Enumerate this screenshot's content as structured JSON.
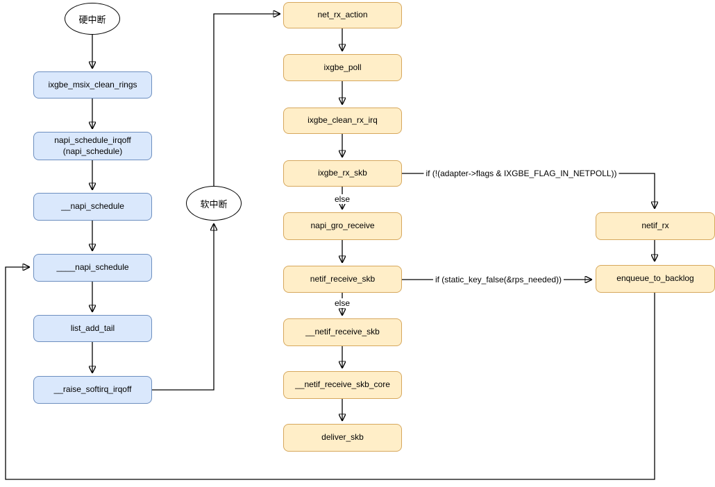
{
  "diagram": {
    "type": "flowchart",
    "topic": "ixgbe NIC receive path",
    "nodes": {
      "hard_irq": {
        "label": "硬中断"
      },
      "soft_irq": {
        "label": "软中断"
      },
      "ixgbe_msix_clean_rings": {
        "label": "ixgbe_msix_clean_rings"
      },
      "napi_schedule_irqoff": {
        "label": "napi_schedule_irqoff",
        "sublabel": "(napi_schedule)"
      },
      "napi_schedule_2": {
        "label": "__napi_schedule"
      },
      "napi_schedule_4": {
        "label": "____napi_schedule"
      },
      "list_add_tail": {
        "label": "list_add_tail"
      },
      "raise_softirq_irqoff": {
        "label": "__raise_softirq_irqoff"
      },
      "net_rx_action": {
        "label": "net_rx_action"
      },
      "ixgbe_poll": {
        "label": "ixgbe_poll"
      },
      "ixgbe_clean_rx_irq": {
        "label": "ixgbe_clean_rx_irq"
      },
      "ixgbe_rx_skb": {
        "label": "ixgbe_rx_skb"
      },
      "napi_gro_receive": {
        "label": "napi_gro_receive"
      },
      "netif_receive_skb": {
        "label": "netif_receive_skb"
      },
      "netif_receive_skb_2": {
        "label": "__netif_receive_skb"
      },
      "netif_receive_skb_core": {
        "label": "__netif_receive_skb_core"
      },
      "deliver_skb": {
        "label": "deliver_skb"
      },
      "netif_rx": {
        "label": "netif_rx"
      },
      "enqueue_to_backlog": {
        "label": "enqueue_to_backlog"
      }
    },
    "edge_labels": {
      "netpoll_condition": "if (!(adapter->flags & IXGBE_FLAG_IN_NETPOLL))",
      "rps_condition": "if (static_key_false(&rps_needed))",
      "else_to_gro": "else",
      "else_to_netif": "else"
    },
    "colors": {
      "blue_fill": "#dae8fc",
      "blue_border": "#6c8ebf",
      "yellow_fill": "#ffeec8",
      "yellow_border": "#d6a75c",
      "line": "#000000"
    }
  }
}
